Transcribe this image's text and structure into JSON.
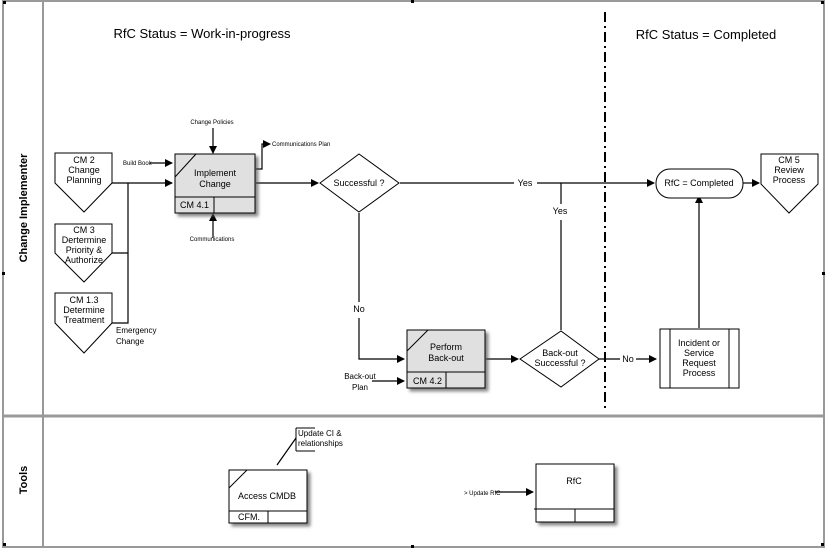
{
  "lanes": [
    {
      "name": "Change Implementer"
    },
    {
      "name": "Tools"
    }
  ],
  "phases": {
    "work_in_progress": "RfC Status = Work-in-progress",
    "completed": "RfC Status = Completed"
  },
  "offpage": {
    "cm2": [
      "CM 2",
      "Change",
      "Planning"
    ],
    "cm3": [
      "CM 3",
      "Dertermine",
      "Priority &",
      "Authorize"
    ],
    "cm13": [
      "CM 1.3",
      "Determine",
      "Treatment"
    ],
    "cm5": [
      "CM 5",
      "Review",
      "Process"
    ]
  },
  "processes": {
    "implement": {
      "title": [
        "Implement",
        "Change"
      ],
      "id": "CM 4.1"
    },
    "backout": {
      "title": [
        "Perform",
        "Back-out"
      ],
      "id": "CM 4.2"
    },
    "cmdb": {
      "title": "Access CMDB",
      "id": "CFM."
    },
    "rfc": {
      "title": "RfC",
      "id": ""
    }
  },
  "decisions": {
    "successful": "Successful ?",
    "backout_successful": [
      "Back-out",
      "Successful ?"
    ]
  },
  "terminal": "RfC = Completed",
  "subprocess": [
    "Incident or",
    "Service",
    "Request",
    "Process"
  ],
  "annotations": {
    "change_policies": "Change Policies",
    "build_book": "Build Book",
    "communications_plan": "Communications Plan",
    "communications": "Communications",
    "emergency_change": [
      "Emergency",
      "Change"
    ],
    "backout_plan": [
      "Back-out",
      "Plan"
    ],
    "update_ci": [
      "Update CI &",
      "relationships"
    ],
    "update_rfc": "> Update RfC"
  },
  "flow_labels": {
    "yes_main": "Yes",
    "yes_backout": "Yes",
    "no_success": "No",
    "no_backout": "No"
  }
}
